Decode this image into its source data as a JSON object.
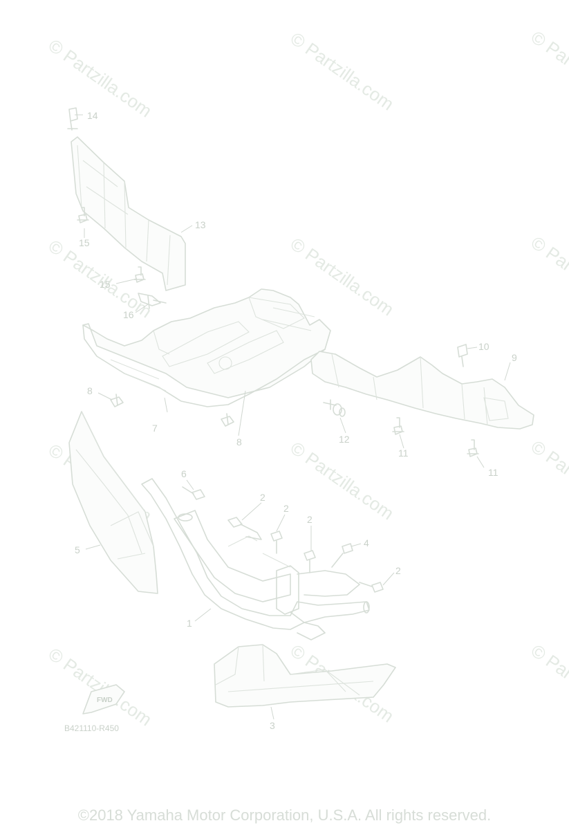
{
  "watermark": {
    "text": "© Partzilla.com"
  },
  "diagram_id": "B421110-R450",
  "copyright": "©2018 Yamaha Motor Corporation, U.S.A. All rights reserved.",
  "fwd_label": "FWD",
  "callouts": [
    "1",
    "2",
    "2",
    "2",
    "2",
    "3",
    "4",
    "5",
    "6",
    "7",
    "8",
    "8",
    "9",
    "10",
    "11",
    "11",
    "12",
    "13",
    "14",
    "15",
    "15",
    "16"
  ]
}
